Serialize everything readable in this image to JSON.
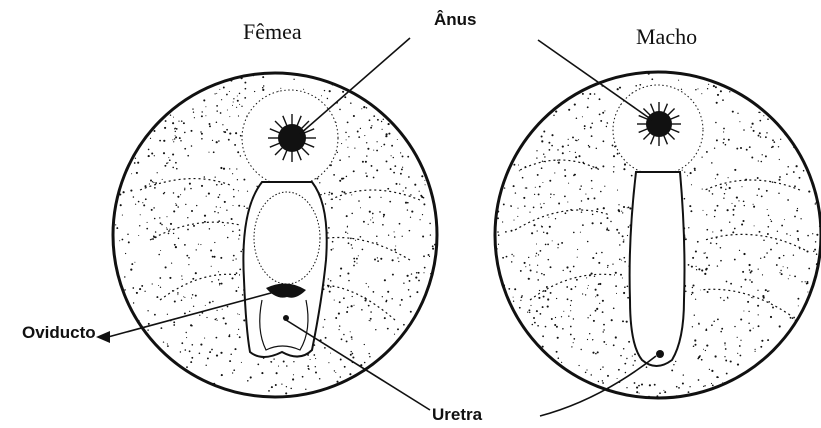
{
  "labels": {
    "female_title": "Fêmea",
    "male_title": "Macho",
    "anus": "Ânus",
    "oviduct": "Oviducto",
    "urethra": "Uretra"
  },
  "colors": {
    "ink": "#111111",
    "paper": "#ffffff"
  }
}
